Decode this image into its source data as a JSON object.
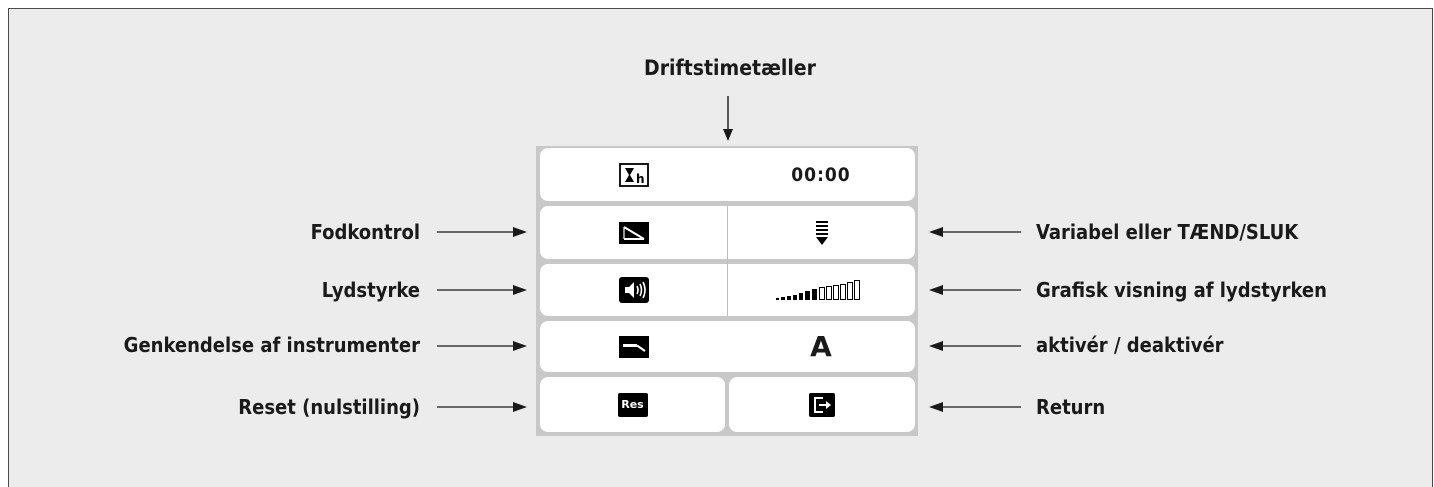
{
  "diagram": {
    "title": "Driftstimetæller",
    "rows": [
      {
        "left_label": "",
        "icon": "hourglass-hours-icon",
        "value": "00:00",
        "right_label": ""
      },
      {
        "left_label": "Fodkontrol",
        "icon": "foot-pedal-icon",
        "value_icon": "variable-on-off-icon",
        "right_label": "Variabel eller TÆND/SLUK"
      },
      {
        "left_label": "Lydstyrke",
        "icon": "speaker-volume-icon",
        "value_icon": "volume-level-bars-icon",
        "right_label": "Grafisk visning af lydstyrken"
      },
      {
        "left_label": "Genkendelse af instrumenter",
        "icon": "instrument-handpiece-icon",
        "value": "A",
        "right_label": "aktivér / deaktivér"
      },
      {
        "left_label": "Reset (nulstilling)",
        "icon_text": "Res",
        "value_icon": "return-exit-icon",
        "right_label": "Return"
      }
    ]
  },
  "colors": {
    "background": "#ececec",
    "panel": "#c8c8c8",
    "cell": "#ffffff",
    "text": "#1a1a1a"
  }
}
